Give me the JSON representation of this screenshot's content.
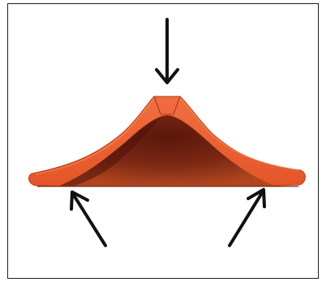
{
  "figure": {
    "type": "dome-under-load-diagram",
    "colors": {
      "frame": "#1c1c1c",
      "background": "#ffffff",
      "dome_outer": "#e65a2e",
      "dome_rim": "#f06b3e",
      "dome_inner_dark": "#6a1e10",
      "dome_inner_mid": "#9b3a1e",
      "dome_edge_dark": "#8a2a12",
      "keystone": "#ef6a3e",
      "arrows": "#111111"
    },
    "elements": {
      "top_arrow_icon": "arrow-down",
      "left_arrow_icon": "arrow-up-left",
      "right_arrow_icon": "arrow-up-right",
      "dome_shape": "dome-shell",
      "keystone_shape": "keystone-block"
    }
  }
}
